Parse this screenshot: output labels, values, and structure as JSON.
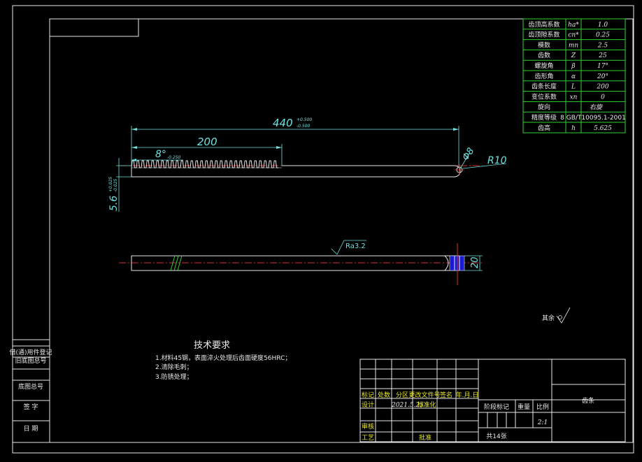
{
  "params": [
    {
      "name": "齿顶高系数",
      "sym": "ha*",
      "val": "1.0"
    },
    {
      "name": "齿顶隙系数",
      "sym": "cn*",
      "val": "0.25"
    },
    {
      "name": "模数",
      "sym": "mn",
      "val": "2.5"
    },
    {
      "name": "齿数",
      "sym": "Z",
      "val": "25"
    },
    {
      "name": "螺旋角",
      "sym": "β",
      "val": "17°"
    },
    {
      "name": "齿形角",
      "sym": "α",
      "val": "20°"
    },
    {
      "name": "齿条长度",
      "sym": "L",
      "val": "200"
    },
    {
      "name": "变位系数",
      "sym": "xn",
      "val": "0"
    },
    {
      "name": "旋向",
      "sym": "",
      "val": "右旋"
    },
    {
      "name": "精度等级",
      "sym": "",
      "val": "8 GB/T10095.1-2001"
    },
    {
      "name": "齿高",
      "sym": "h",
      "val": "5.625"
    }
  ],
  "dims": {
    "total_len": "440",
    "total_tol_up": "+0.500",
    "total_tol_dn": "-0.500",
    "tooth_len": "200",
    "angle": "8°",
    "angle_tol": "-0.250",
    "hole": "Φ8",
    "radius": "R10",
    "height": "5.6",
    "height_tol_up": "+0.025",
    "height_tol_dn": "-0.025",
    "width": "20",
    "roughness": "Ra3.2",
    "rest_mark": "其余"
  },
  "notes": {
    "title": "技术要求",
    "items": [
      "1.材料45钢，表面淬火处理后齿面硬度56HRC；",
      "2.清除毛刺；",
      "3.防锈处理；"
    ]
  },
  "side_table": [
    "借(通)用件登记",
    "旧底图总号",
    "底图总号",
    "签 字",
    "日 期"
  ],
  "title_block": {
    "headers": [
      "标记",
      "处数",
      "分区",
      "更改文件号",
      "签名",
      "年.月.日"
    ],
    "design": "设计",
    "date": "2021.5.25",
    "standardize": "标准化",
    "review": "审核",
    "process": "工艺",
    "approve": "批准",
    "stage": "阶段标记",
    "weight": "重量",
    "scale_label": "比例",
    "scale": "2:1",
    "sheets": "共14张",
    "part_name": "齿条"
  }
}
